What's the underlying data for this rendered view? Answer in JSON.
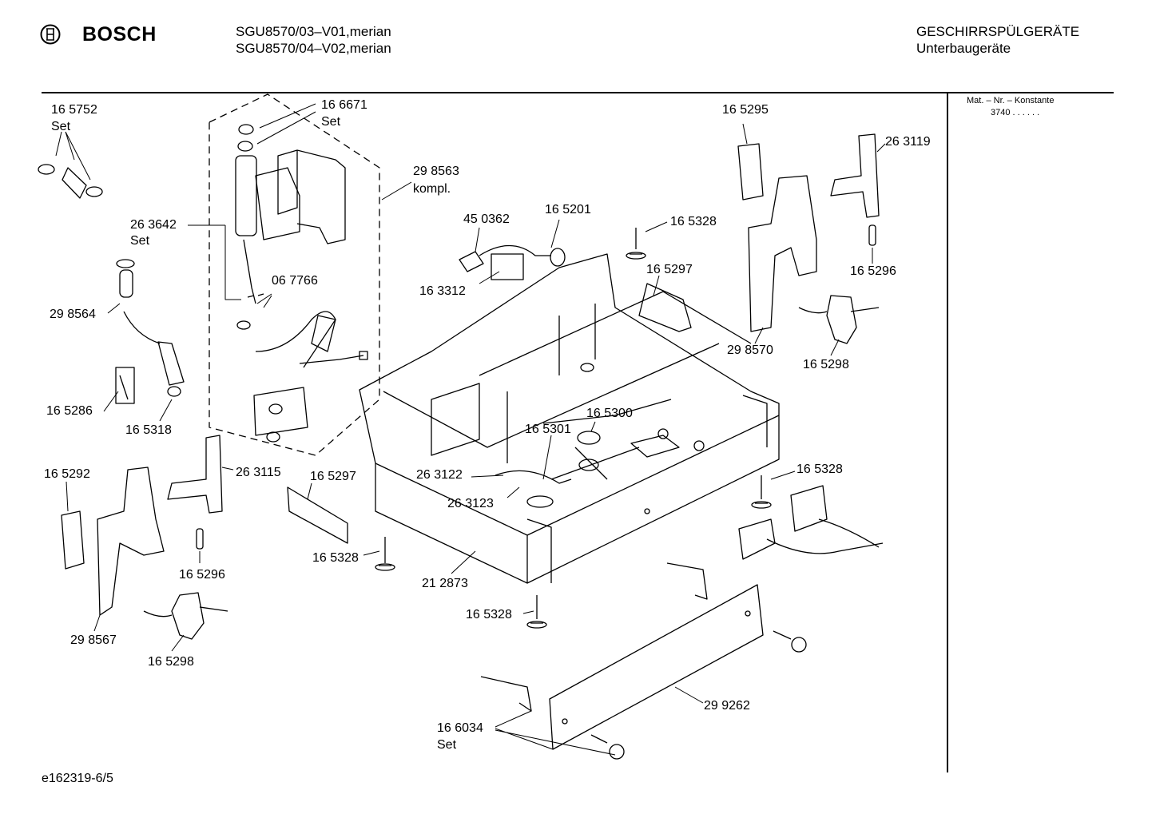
{
  "header": {
    "brand": "BOSCH",
    "models": [
      "SGU8570/03–V01,merian",
      "SGU8570/04–V02,merian"
    ],
    "category": "GESCHIRRSPÜLGERÄTE",
    "subcategory": "Unterbaugeräte"
  },
  "side_panel": {
    "title": "Mat. – Nr. – Konstante",
    "value": "3740 . . . . . ."
  },
  "footer": {
    "code": "e162319-6/5"
  },
  "labels": [
    "16 5752",
    "Set",
    "16 6671",
    "Set",
    "29 8563",
    "kompl.",
    "26 3642",
    "Set",
    "06 7766",
    "29 8564",
    "16 5286",
    "16 5318",
    "45 0362",
    "16 5201",
    "16 3312",
    "16 5328",
    "16 5297",
    "16 5295",
    "26 3119",
    "16 5296",
    "29 8570",
    "16 5298",
    "16 5300",
    "16 5301",
    "26 3122",
    "26 3123",
    "26 3115",
    "16 5292",
    "16 5297",
    "16 5328",
    "16 5296",
    "29 8567",
    "16 5298",
    "21 2873",
    "16 5328",
    "16 5328",
    "29 9262",
    "16 6034",
    "Set"
  ]
}
